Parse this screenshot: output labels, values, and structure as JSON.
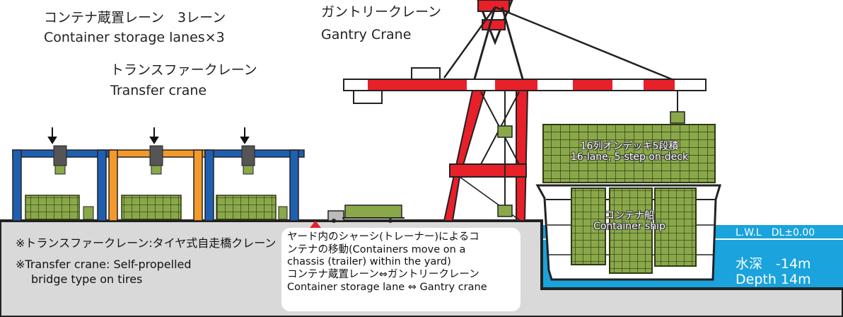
{
  "labels": {
    "storage_lanes_ja": "コンテナ蔵置レーン　3レーン",
    "storage_lanes_en": "Container storage lanes×3",
    "transfer_crane_ja": "トランスファークレーン",
    "transfer_crane_en": "Transfer crane",
    "gantry_crane_ja": "ガントリークレーン",
    "gantry_crane_en": "Gantry Crane",
    "note_ja": "※トランスファークレーン:タイヤ式自走橋クレーン",
    "note_en_1": "※Transfer crane: Self-propelled",
    "note_en_2": "bridge type on tires",
    "deck_ja": "16列オンデッキ5段積",
    "deck_en": "16-lane, 5-step on-deck",
    "ship_ja": "コンテナ船",
    "ship_en": "Container ship",
    "lwl": "L.W.L　DL±0.00",
    "depth_ja": "水深　-14m",
    "depth_en": "Depth 14m"
  },
  "callout": {
    "line1": "ヤード内のシャーシ(トレーナー)によるコ",
    "line2": "ンテナの移動(Containers move on a",
    "line3": "chassis (trailer) within the yard)",
    "line4": "コンテナ蔵置レーン⇔ガントリークレーン",
    "line5": "Container storage lane ⇔ Gantry crane"
  },
  "colors": {
    "crane_blue": "#1f5fb0",
    "crane_orange": "#f39a2c",
    "gantry_red": "#e8202a",
    "container_green": "#8aa84a",
    "water_blue": "#1aa3dd",
    "ground_gray": "#d9d9d9"
  }
}
